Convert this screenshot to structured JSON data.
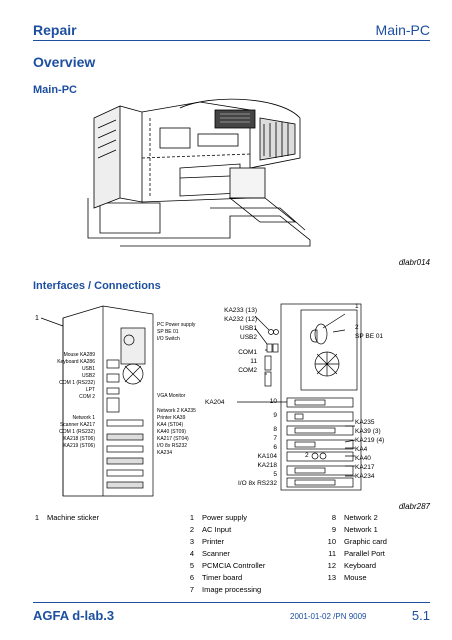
{
  "header": {
    "section": "Repair",
    "module": "Main-PC"
  },
  "overview_title": "Overview",
  "mainpc_title": "Main-PC",
  "figure1_caption": "dlabr014",
  "interfaces_title": "Interfaces / Connections",
  "figure2_caption": "dlabr287",
  "left_diagram": {
    "number": "1",
    "left_labels": [
      "Mouse KA289",
      "Keyboard KA286",
      "USB1",
      "USB2",
      "COM 1 (RS232)",
      "LPT",
      "COM 2",
      "Network 1",
      "Scanner KA217",
      "COM 1 (RS232)",
      "KA218 (ST06)",
      "KA219 (ST06)"
    ],
    "right_labels": [
      "PC Power supply SP BE 01",
      "I/O Switch",
      "VGA Monitor",
      "Network 2 KA235",
      "Printer KA39",
      "KA4 (ST04)",
      "KA40 (ST09)",
      "KA217 (ST04)",
      "I/O 8x RS232 KA234"
    ]
  },
  "right_diagram": {
    "top_labels": [
      "KA233  (13)",
      "KA232  (12)",
      "USB1",
      "USB2",
      "COM1",
      "11",
      "COM2"
    ],
    "side_label": "KA204",
    "slot_numbers": [
      "10",
      "9",
      "8",
      "7",
      "6",
      "KA104",
      "KA218",
      "5",
      "I/O 8x RS232"
    ],
    "slot_extra": "2",
    "right_labels": [
      "1",
      "2",
      "SP BE 01",
      "KA235",
      "KA39  (3)",
      "KA219  (4)",
      "KA4",
      "KA40",
      "KA217",
      "KA234"
    ]
  },
  "legend": [
    {
      "num": "1",
      "label": "Machine sticker"
    },
    {
      "num": "1",
      "label": "Power supply"
    },
    {
      "num": "2",
      "label": "AC Input"
    },
    {
      "num": "3",
      "label": "Printer"
    },
    {
      "num": "4",
      "label": "Scanner"
    },
    {
      "num": "5",
      "label": "PCMCIA Controller"
    },
    {
      "num": "6",
      "label": "Timer board"
    },
    {
      "num": "7",
      "label": "Image processing"
    },
    {
      "num": "8",
      "label": "Network 2"
    },
    {
      "num": "9",
      "label": "Network 1"
    },
    {
      "num": "10",
      "label": "Graphic card"
    },
    {
      "num": "11",
      "label": "Parallel Port"
    },
    {
      "num": "12",
      "label": "Keyboard"
    },
    {
      "num": "13",
      "label": "Mouse"
    }
  ],
  "footer": {
    "product": "AGFA d-lab.3",
    "doc": "2001-01-02 /PN 9009",
    "page": "5.1"
  }
}
